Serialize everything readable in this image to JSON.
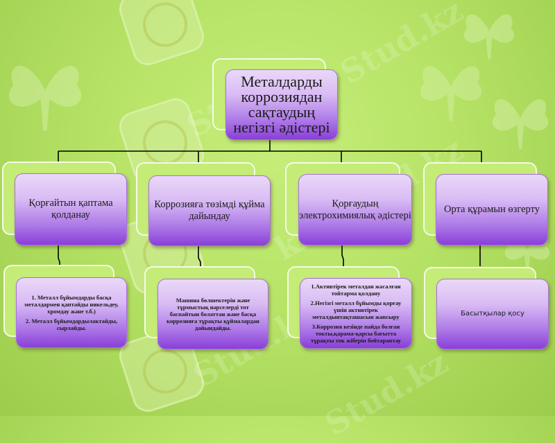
{
  "diagram": {
    "root": {
      "label": "Металдарды коррозиядан сақтаудың негізгі әдістері"
    },
    "branches": [
      {
        "label": "Қорғайтын қаптама қолданау",
        "details": [
          "1. Металл бұйымдарды басқа металдармен қаптайды никельдеу, хромдау және т.б.)",
          "2. Металл бұйымдардылактайды, сырлайды."
        ]
      },
      {
        "label": "Коррозияға төзімді құйма дайындау",
        "details": [
          "Машина бөлшектерін және тұрмыстық нәрселерді тот баспайтын болаттан және басқа коррозияға тұрақты құймалардан дайындайды."
        ]
      },
      {
        "label": "Қорғаудың электрохимиялық әдістері",
        "details": [
          "1.Активтірек металдан жасалған тойтарма қолдану",
          "2.Негізгі металл бұйымды қорғау үшін активтірек металдынтақташасын жапсыру",
          "3.Коррозия кезінде пайда болған токты,қарама-қарсы бағытта тұрақты ток жіберіп бейтараптау"
        ]
      },
      {
        "label": "Орта құрамын өзгерту",
        "details": [
          "Басытқылар қосу"
        ]
      }
    ]
  },
  "watermark": {
    "text": "Stud.kz",
    "text_alt": "kz - Stud.kz"
  },
  "colors": {
    "background": "#b6e366",
    "node_top": "#ead8f8",
    "node_bottom": "#8a3fd8",
    "back_panel": "#c5ec77",
    "connector": "#000000"
  }
}
